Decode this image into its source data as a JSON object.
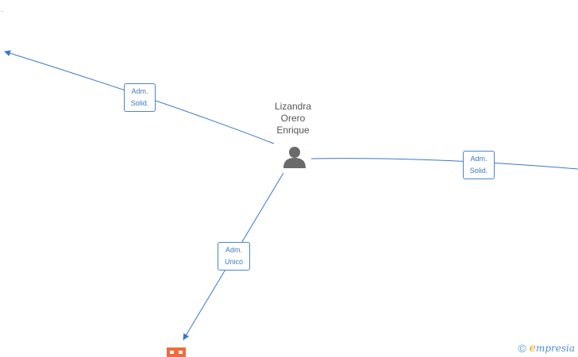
{
  "person": {
    "name_lines": [
      "Lizandra",
      "Orero",
      "Enrique"
    ],
    "icon": "person-icon"
  },
  "edges": [
    {
      "id": "top-left",
      "role": [
        "Adm.",
        "Solid."
      ]
    },
    {
      "id": "right",
      "role": [
        "Adm.",
        "Solid."
      ]
    },
    {
      "id": "bottom",
      "role": [
        "Adm.",
        "Unico"
      ]
    }
  ],
  "company_icon": "building-icon",
  "watermark": {
    "copyright": "©",
    "brand_initial": "e",
    "brand_rest": "mpresia"
  },
  "colors": {
    "edge": "#3a78c8",
    "label_text": "#3f7bbf",
    "person_icon": "#6a6a6a",
    "company_icon": "#f26a3a",
    "node_text": "#555555"
  }
}
